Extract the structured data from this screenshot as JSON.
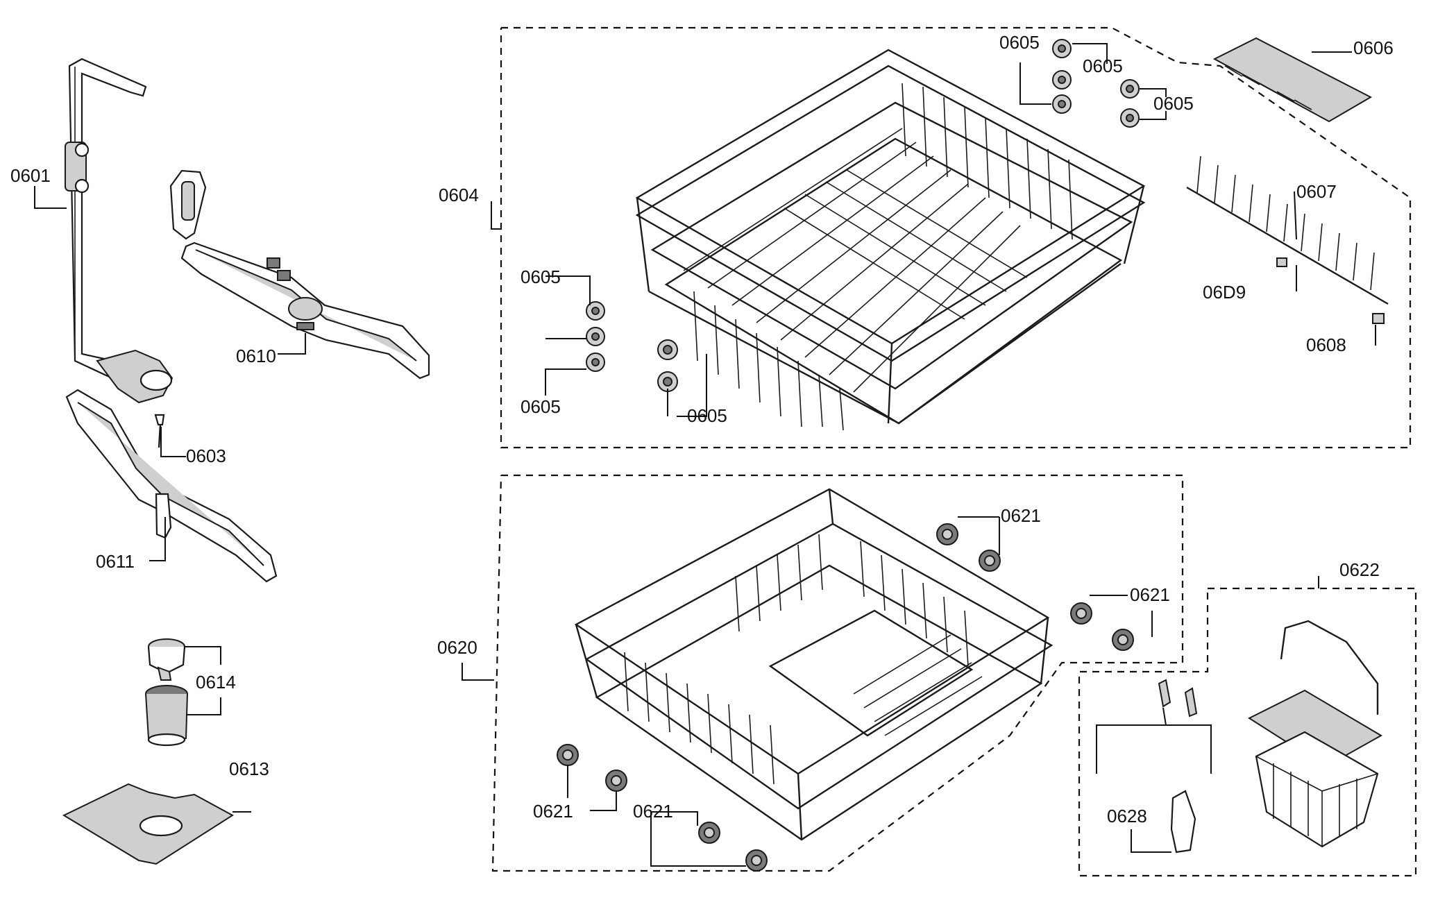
{
  "diagram": {
    "labels": {
      "0601": "0601",
      "0603": "0603",
      "0604": "0604",
      "0605": "0605",
      "0606": "0606",
      "0607": "0607",
      "06D9": "06D9",
      "0608": "0608",
      "0610": "0610",
      "0611": "0611",
      "0613": "0613",
      "0614": "0614",
      "0620": "0620",
      "0621": "0621",
      "0622": "0622",
      "0628": "0628"
    },
    "line_color": "#111111",
    "background": "#ffffff"
  }
}
